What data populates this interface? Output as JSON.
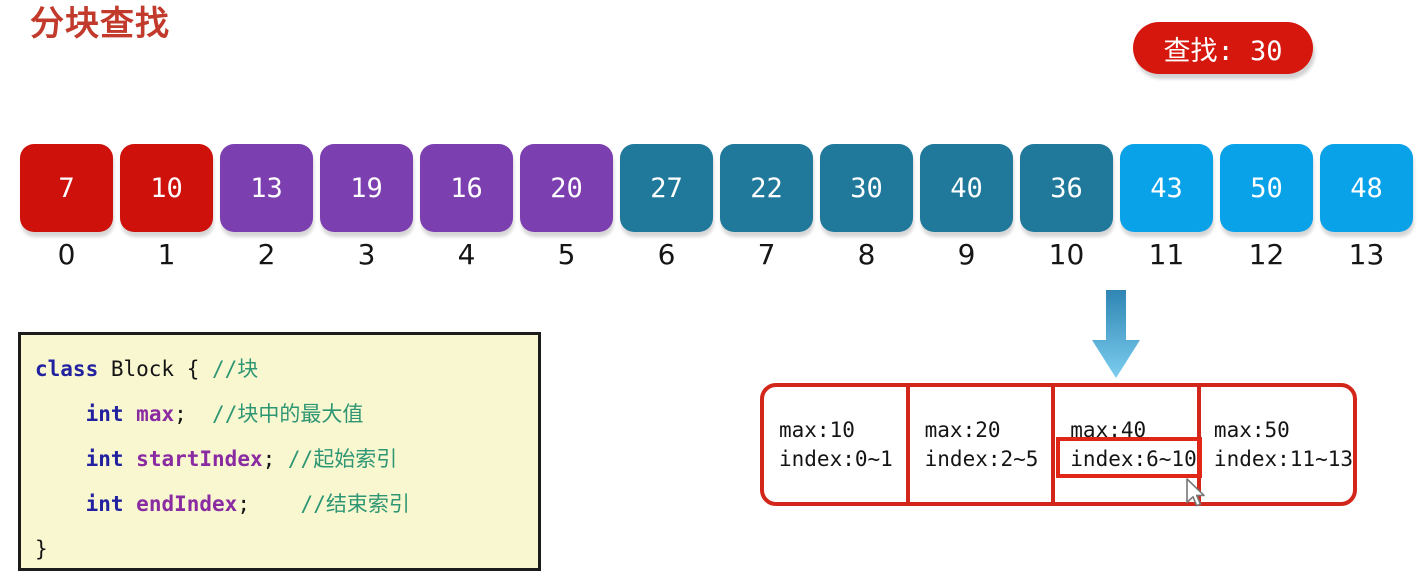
{
  "title": "分块查找",
  "badge": {
    "label": "查找: 30"
  },
  "array": {
    "values": [
      7,
      10,
      13,
      19,
      16,
      20,
      27,
      22,
      30,
      40,
      36,
      43,
      50,
      48
    ],
    "indices": [
      0,
      1,
      2,
      3,
      4,
      5,
      6,
      7,
      8,
      9,
      10,
      11,
      12,
      13
    ],
    "groups": [
      0,
      0,
      1,
      1,
      1,
      1,
      2,
      2,
      2,
      2,
      2,
      3,
      3,
      3
    ],
    "group_colors": [
      "#ce120b",
      "#7c3fb0",
      "#20799b",
      "#09a2e8"
    ]
  },
  "code": {
    "lines": [
      {
        "tokens": [
          [
            "class",
            "kw"
          ],
          [
            " Block { ",
            "pl"
          ],
          [
            "//块",
            "cm"
          ]
        ]
      },
      {
        "tokens": [
          [
            "    ",
            "pl"
          ],
          [
            "int",
            "kw"
          ],
          [
            " ",
            "pl"
          ],
          [
            "max",
            "fd"
          ],
          [
            ";  ",
            "pl"
          ],
          [
            "//块中的最大值",
            "cm"
          ]
        ]
      },
      {
        "tokens": [
          [
            "    ",
            "pl"
          ],
          [
            "int",
            "kw"
          ],
          [
            " ",
            "pl"
          ],
          [
            "startIndex",
            "fd"
          ],
          [
            "; ",
            "pl"
          ],
          [
            "//起始索引",
            "cm"
          ]
        ]
      },
      {
        "tokens": [
          [
            "    ",
            "pl"
          ],
          [
            "int",
            "kw"
          ],
          [
            " ",
            "pl"
          ],
          [
            "endIndex",
            "fd"
          ],
          [
            ";    ",
            "pl"
          ],
          [
            "//结束索引",
            "cm"
          ]
        ]
      },
      {
        "tokens": [
          [
            "}",
            "pl"
          ]
        ]
      }
    ]
  },
  "block_table": {
    "cells": [
      {
        "max": "max:10",
        "index": "index:0~1",
        "highlighted": false
      },
      {
        "max": "max:20",
        "index": "index:2~5",
        "highlighted": false
      },
      {
        "max": "max:40",
        "index": "index:6~10",
        "highlighted": true
      },
      {
        "max": "max:50",
        "index": "index:11~13",
        "highlighted": false
      }
    ]
  },
  "icons": {
    "down_arrow": "down-arrow-icon",
    "cursor": "mouse-cursor-icon"
  },
  "colors": {
    "title_red": "#c13a2b",
    "badge_red": "#d6170d",
    "table_border_red": "#d3261b",
    "highlight_red": "#e02617",
    "code_bg": "#f8f7d0",
    "arrow_top": "#2f86b3",
    "arrow_bottom": "#7ccdef"
  }
}
